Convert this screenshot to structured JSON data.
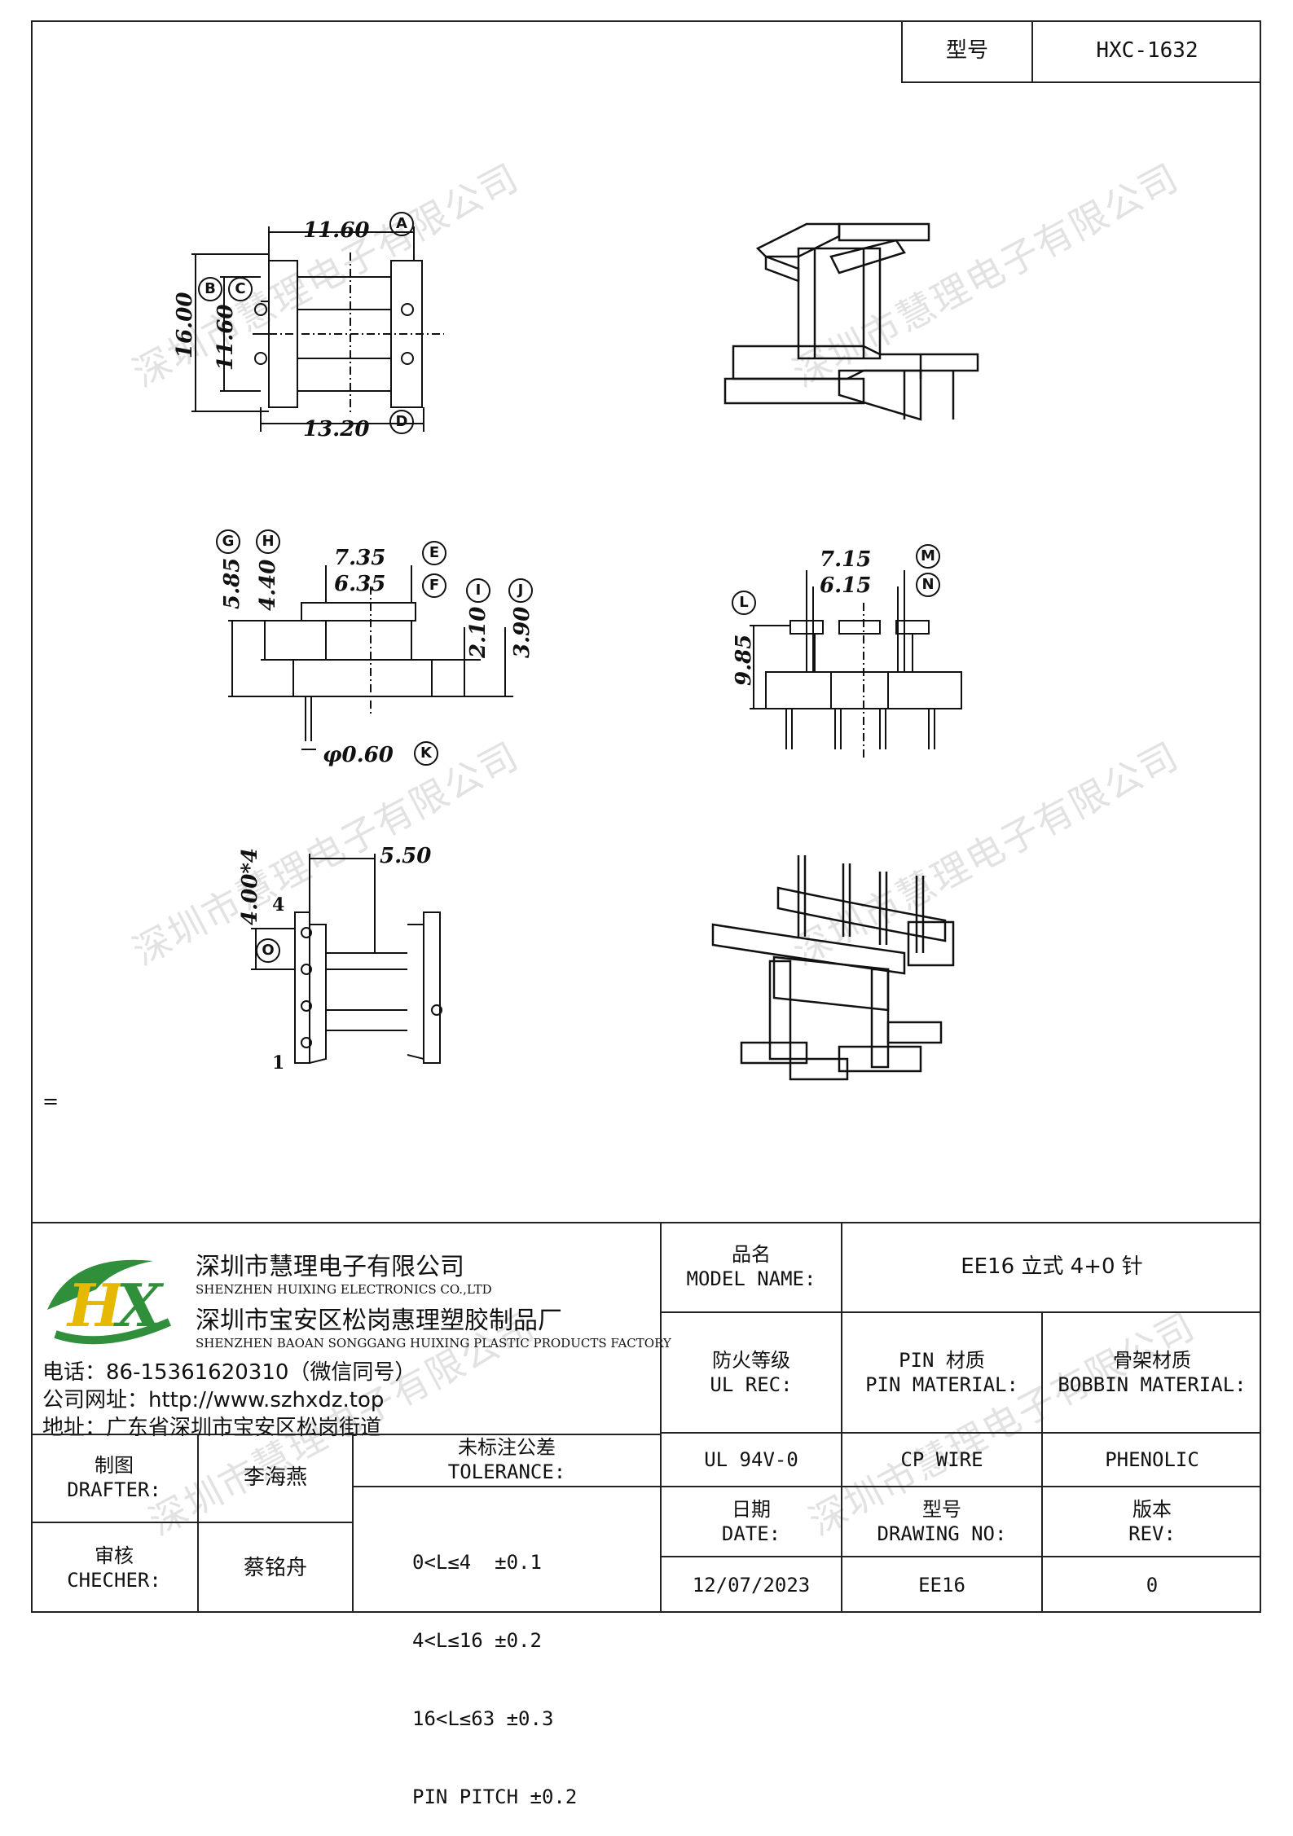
{
  "header": {
    "model_label": "型号",
    "model_value": "HXC-1632"
  },
  "watermark": "深圳市慧理电子有限公司",
  "stray_mark": "=",
  "drawing": {
    "top_view": {
      "dim_a": "11.60",
      "dim_b": "16.00",
      "dim_c": "11.60",
      "dim_d": "13.20",
      "labels": [
        "A",
        "B",
        "C",
        "D"
      ]
    },
    "front_view": {
      "dim_e": "7.35",
      "dim_f": "6.35",
      "dim_g": "5.85",
      "dim_h": "4.40",
      "dim_i": "2.10",
      "dim_j": "3.90",
      "dim_k": "φ0.60",
      "labels": [
        "G",
        "H",
        "E",
        "F",
        "I",
        "J",
        "K"
      ]
    },
    "side_view": {
      "dim_m": "7.15",
      "dim_n": "6.15",
      "dim_l": "9.85",
      "labels": [
        "L",
        "M",
        "N"
      ]
    },
    "bottom_view": {
      "dim_pitch": "5.50",
      "dim_o": "4.00*4",
      "label_o": "O",
      "pin_4": "4",
      "pin_1": "1"
    }
  },
  "company": {
    "name_cn": "深圳市慧理电子有限公司",
    "name_en": "SHENZHEN HUIXING ELECTRONICS CO.,LTD",
    "factory_cn": "深圳市宝安区松岗惠理塑胶制品厂",
    "factory_en": "SHENZHEN BAOAN SONGGANG HUIXING PLASTIC PRODUCTS FACTORY",
    "phone": "电话：86-15361620310（微信同号）",
    "website": "公司网址：http://www.szhxdz.top",
    "address": "地址：广东省深圳市宝安区松岗街道",
    "logo_text": "HX",
    "colors": {
      "logo_green": "#2f8f3a",
      "logo_yellow": "#e6b800"
    }
  },
  "title_block": {
    "model_name_cn": "品名",
    "model_name_en": "MODEL NAME:",
    "model_name_value": "EE16 立式 4+0 针",
    "ul_cn": "防火等级",
    "ul_en": "UL REC:",
    "pin_mat_cn": "PIN 材质",
    "pin_mat_en": "PIN MATERIAL:",
    "bobbin_mat_cn": "骨架材质",
    "bobbin_mat_en": "BOBBIN MATERIAL:",
    "ul_value": "UL 94V-0",
    "pin_value": "CP WIRE",
    "bobbin_value": "PHENOLIC",
    "drafter_cn": "制图",
    "drafter_en": "DRAFTER:",
    "drafter_name": "李海燕",
    "checker_cn": "审核",
    "checker_en": "CHECHER:",
    "checker_name": "蔡铭舟",
    "tolerance_cn": "未标注公差",
    "tolerance_en": "TOLERANCE:",
    "tolerance_lines": [
      "0<L≤4  ±0.1",
      "4<L≤16 ±0.2",
      "16<L≤63 ±0.3",
      "PIN PITCH ±0.2"
    ],
    "date_cn": "日期",
    "date_en": "DATE:",
    "date_value": "12/07/2023",
    "drawing_no_cn": "型号",
    "drawing_no_en": "DRAWING NO:",
    "drawing_no_value": "EE16",
    "rev_cn": "版本",
    "rev_en": "REV:",
    "rev_value": "0"
  }
}
